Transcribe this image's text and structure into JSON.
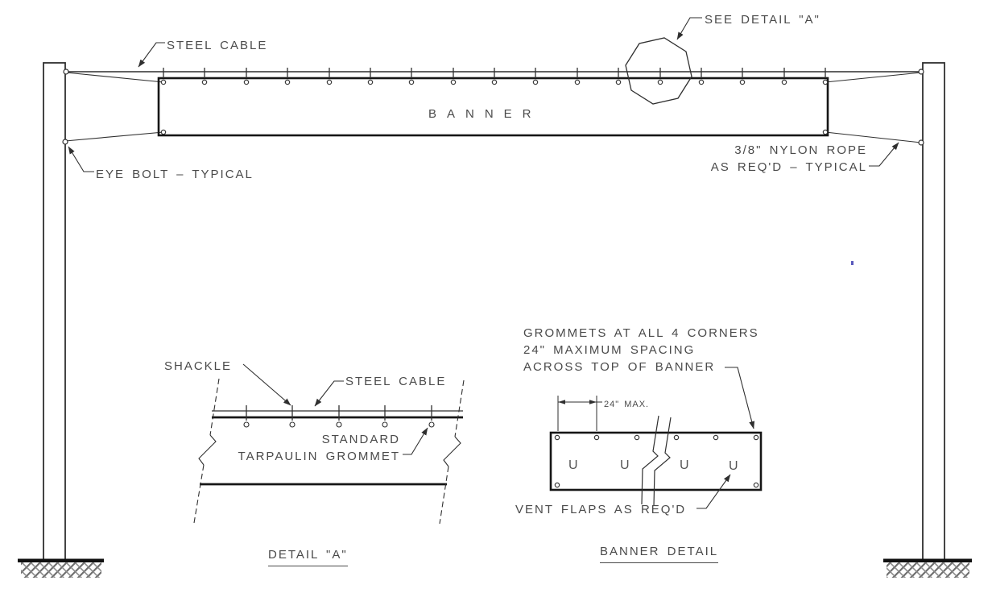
{
  "colors": {
    "line": "#2f2f2f",
    "thick_line": "#161616",
    "text": "#4a4a4a",
    "ground": "#111111",
    "stray_mark": "#3d3db0"
  },
  "elevation": {
    "steel_cable_label": "STEEL CABLE",
    "see_detail_label": "SEE DETAIL \"A\"",
    "eye_bolt_label": "EYE BOLT – TYPICAL",
    "banner_label": "BANNER",
    "nylon_rope_line1": "3/8\" NYLON ROPE",
    "nylon_rope_line2": "AS REQ'D – TYPICAL"
  },
  "detail_a": {
    "shackle_label": "SHACKLE",
    "steel_cable_label": "STEEL CABLE",
    "grommet_label_line1": "STANDARD",
    "grommet_label_line2": "TARPAULIN GROMMET",
    "title": "DETAIL \"A\""
  },
  "banner_detail": {
    "note_line1": "GROMMETS AT ALL 4 CORNERS",
    "note_line2": "24\" MAXIMUM SPACING",
    "note_line3": "ACROSS TOP OF BANNER",
    "dimension_label": "24\" MAX.",
    "vent_flap_symbol": "U",
    "vent_flaps_label": "VENT FLAPS AS REQ'D",
    "title": "BANNER DETAIL"
  }
}
